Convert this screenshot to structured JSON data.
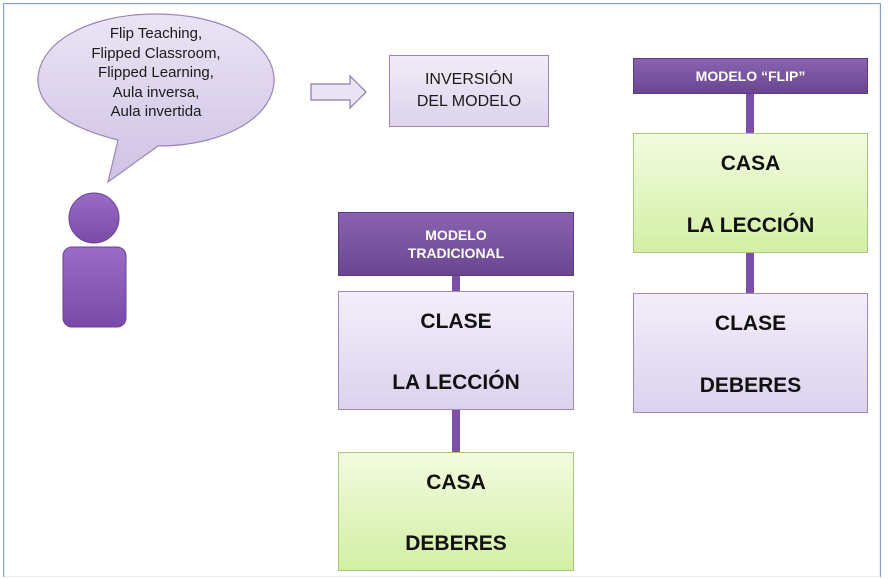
{
  "bubble": {
    "lines": [
      "Flip Teaching,",
      "Flipped Classroom,",
      "Flipped Learning,",
      "Aula inversa,",
      "Aula invertida"
    ]
  },
  "inversion": {
    "line1": "INVERSIÓN",
    "line2": "DEL MODELO"
  },
  "tradicional": {
    "header_line1": "MODELO",
    "header_line2": "TRADICIONAL",
    "top_box": {
      "title": "CLASE",
      "subtitle": "LA LECCIÓN"
    },
    "bottom_box": {
      "title": "CASA",
      "subtitle": "DEBERES"
    }
  },
  "flip": {
    "header": "MODELO “FLIP”",
    "top_box": {
      "title": "CASA",
      "subtitle": "LA LECCIÓN"
    },
    "bottom_box": {
      "title": "CLASE",
      "subtitle": "DEBERES"
    }
  },
  "colors": {
    "purple_header": "#7a55a0",
    "lilac_fill": "#e6def3",
    "green_fill": "#e2f5c0",
    "person": "#8a5bb8",
    "bubble": "#d9cfe9"
  }
}
